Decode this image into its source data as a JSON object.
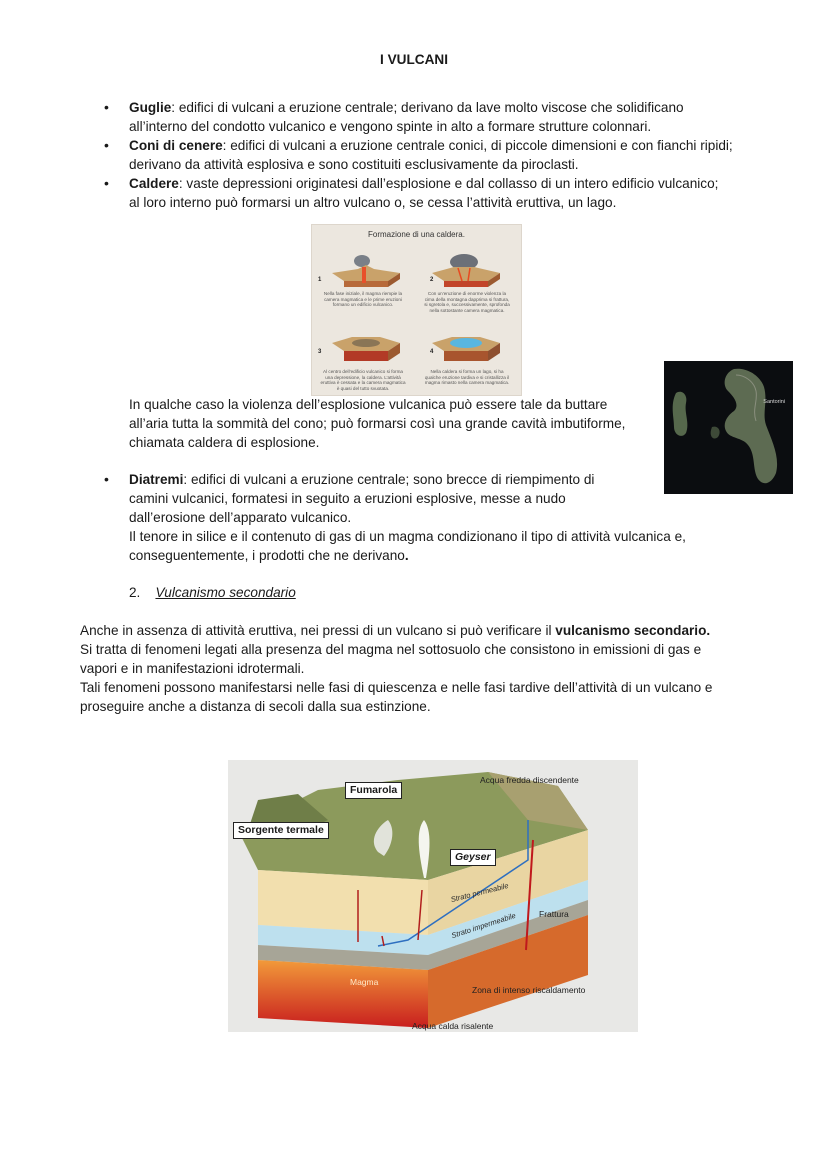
{
  "title": "I VULCANI",
  "bullets": [
    {
      "term": "Guglie",
      "rest": ": edifici di vulcani a eruzione centrale; derivano da lave molto viscose che solidificano",
      "line2": "all’interno del condotto vulcanico e vengono spinte in alto a formare strutture colonnari."
    },
    {
      "term": "Coni di cenere",
      "rest": ": edifici di vulcani a eruzione centrale conici, di piccole dimensioni e con fianchi ripidi;",
      "line2": "derivano da attività esplosiva e sono costituiti esclusivamente da piroclasti."
    },
    {
      "term": "Caldere",
      "rest": ": vaste depressioni originatesi dall’esplosione e dal collasso di un intero edificio vulcanico;",
      "line2": "al loro interno può formarsi un altro vulcano o, se cessa l’attività eruttiva, un lago."
    }
  ],
  "caldera_figure": {
    "title": "Formazione di una caldera.",
    "panels": [
      {
        "num": "1",
        "caption": "Nella fase iniziale, il magma riempie la camera magmatica e le prime eruzioni formano un edificio vulcanico."
      },
      {
        "num": "2",
        "caption": "Con un’eruzione di enorme violenza la cima della montagna dapprima si frattura, si sgretola e, successivamente, sprofonda nella sottostante camera magmatica."
      },
      {
        "num": "3",
        "caption": "Al centro dell’edificio vulcanico si forma una depressione, la caldera. L’attività eruttiva è cessata e la camera magmatica è quasi del tutto svuotata."
      },
      {
        "num": "4",
        "caption": "Nella caldera si forma un lago, si ha qualche eruzione tardiva e si cristallizza il magma rimasto nella camera magmatica."
      }
    ]
  },
  "santorini_label": "Santorini",
  "caldera_paragraph": [
    "In qualche caso la violenza dell’esplosione vulcanica può essere tale da buttare",
    "all’aria tutta la sommità del cono; può formarsi così una grande cavità imbutiforme,",
    "chiamata caldera di esplosione."
  ],
  "diatremi": {
    "term": "Diatremi",
    "rest": ": edifici di vulcani a eruzione centrale; sono brecce di riempimento di",
    "line2": "camini vulcanici, formatesi in seguito a eruzioni esplosive, messe a nudo",
    "line3": "dall’erosione dell’apparato vulcanico."
  },
  "silica_text": {
    "line1": "Il tenore in silice e il contenuto di gas di un magma condizionano il tipo di attività vulcanica e,",
    "line2": "conseguentemente, i prodotti che ne derivano",
    "end": "."
  },
  "section": {
    "number": "2.",
    "title": "Vulcanismo secondario"
  },
  "secondary": {
    "line1_a": "Anche in assenza di attività eruttiva, nei pressi di un vulcano si può verificare il ",
    "line1_b": "vulcanismo secondario.",
    "line2": "Si tratta di fenomeni legati alla presenza del magma nel sottosuolo che consistono in emissioni di gas e",
    "line3": "vapori e in manifestazioni idrotermali.",
    "line4": "Tali fenomeni possono manifestarsi nelle fasi di quiescenza e nelle fasi tardive dell’attività di un vulcano e",
    "line5": "proseguire anche a distanza di secoli dalla sua estinzione."
  },
  "geyser_figure": {
    "acqua_fredda": "Acqua fredda discendente",
    "fumarola": "Fumarola",
    "sorgente": "Sorgente termale",
    "geyser": "Geyser",
    "strato_permeabile": "Strato permeabile",
    "strato_impermeabile": "Strato impermeabile",
    "frattura": "Frattura",
    "magma": "Magma",
    "zona": "Zona di intenso riscaldamento",
    "acqua_calda": "Acqua calda risalente"
  }
}
